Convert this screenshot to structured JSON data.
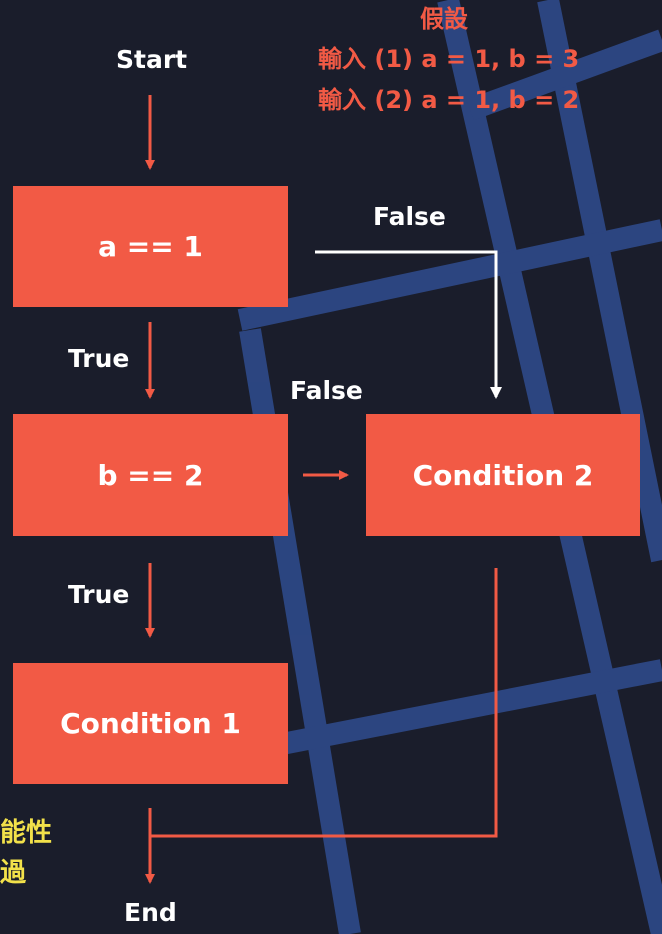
{
  "colors": {
    "background": "#1a1d2b",
    "box_fill": "#f25a45",
    "arrow_red": "#f25a45",
    "arrow_white": "#ffffff",
    "text_white": "#ffffff",
    "condition_text": "#f25a45",
    "side_text": "#f2e14a",
    "grid_lines": "#2e4a8a"
  },
  "assumptions": {
    "title": "假設",
    "input1": "輸入 (1) a = 1, b = 3",
    "input2": "輸入 (2) a = 1, b = 2"
  },
  "nodes": {
    "start": "Start",
    "check_a": "a == 1",
    "check_b": "b == 2",
    "condition1": "Condition 1",
    "condition2": "Condition 2",
    "end": "End"
  },
  "edges": {
    "a_false": "False",
    "a_true": "True",
    "b_false": "False",
    "b_true": "True"
  },
  "side_text": {
    "line1": "能性",
    "line2": "過"
  }
}
